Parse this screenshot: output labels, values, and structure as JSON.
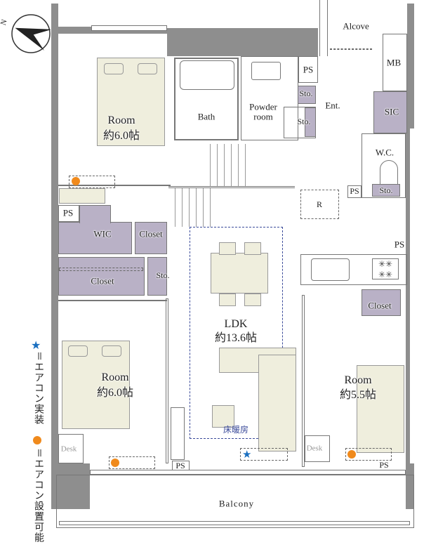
{
  "compass": {
    "label": "N"
  },
  "legend": {
    "star_symbol": "★",
    "star_text": "＝エアコン実装",
    "dot_text": "＝エアコン設置可能",
    "star_color": "#1a6fc0",
    "dot_color": "#f08a1c"
  },
  "rooms": {
    "room_nw": {
      "name": "Room",
      "size": "約6.0帖"
    },
    "bath": {
      "name": "Bath"
    },
    "powder": {
      "name": "Powder\nroom",
      "line1": "Powder",
      "line2": "room"
    },
    "ps_top": "PS",
    "sto_top1": "Sto.",
    "sto_top2": "Sto.",
    "entrance": "Ent.",
    "alcove": "Alcove",
    "mb": "MB",
    "sic": "SIC",
    "wc": "W.C.",
    "wc_sto": "Sto.",
    "ps_wc": "PS",
    "r": "R",
    "ps_left": "PS",
    "wic": "WIC",
    "closet_mid": "Closet",
    "closet_left": "Closet",
    "sto_mid": "Sto.",
    "ldk": {
      "name": "LDK",
      "size": "約13.6帖",
      "floor_heating": "床暖房"
    },
    "ps_kitchen": "PS",
    "closet_right": "Closet",
    "room_sw": {
      "name": "Room",
      "size": "約6.0帖",
      "desk": "Desk"
    },
    "room_se": {
      "name": "Room",
      "size": "約5.5帖",
      "desk": "Desk"
    },
    "ps_bottom1": "PS",
    "ps_bottom2": "PS",
    "balcony": "Balcony"
  },
  "colors": {
    "wall": "#8e8e8e",
    "storage": "#b9b1c6",
    "furniture": "#efeedd",
    "ldk_outline": "#3a4a9a"
  }
}
